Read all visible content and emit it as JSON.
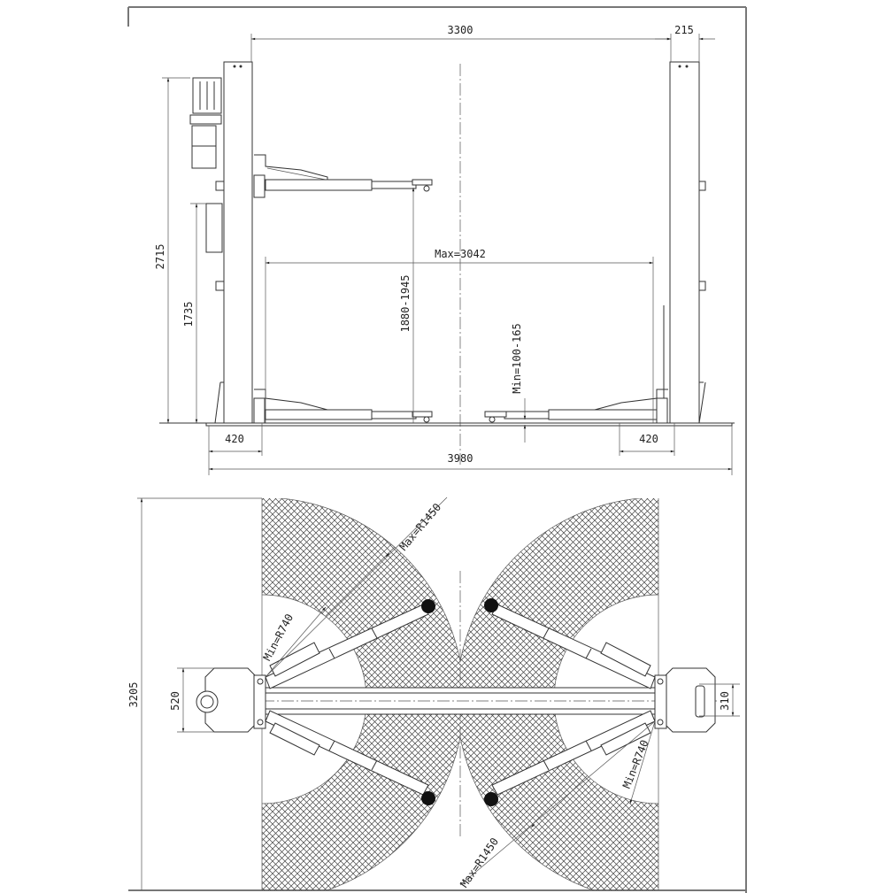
{
  "elevation": {
    "column_spacing": "3300",
    "column_width": "215",
    "total_height": "2715",
    "power_unit_height": "1735",
    "lift_height": "1880-1945",
    "max_width": "Max=3042",
    "min_height": "Min=100-165",
    "base_left": "420",
    "base_right": "420",
    "overall_width": "3980"
  },
  "plan": {
    "overall_depth": "3205",
    "left_base_depth": "520",
    "right_base_depth": "310",
    "max_radius_top": "Max=R1450",
    "min_radius_left": "Min=R740",
    "max_radius_bottom": "Max=R1450",
    "min_radius_right": "Min=R740"
  }
}
